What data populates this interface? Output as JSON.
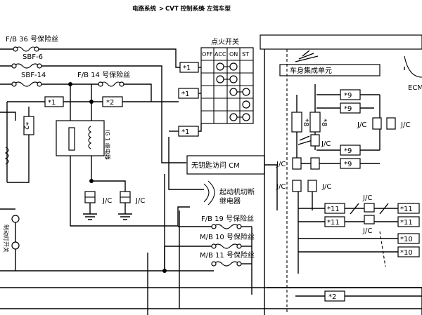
{
  "breadcrumb": {
    "items": [
      "电路系统",
      "CVT 控制系统",
      "左驾车型"
    ],
    "separator": ">"
  },
  "fuses": {
    "fb36": "F/B 36 号保险丝",
    "sbf6": "SBF-6",
    "sbf14": "SBF-14",
    "fb14": "F/B 14 号保险丝",
    "fb19": "F/B 19 号保险丝",
    "mb10": "M/B 10 号保险丝",
    "mb11": "M/B 11 号保险丝"
  },
  "ignition_switch": {
    "title": "点火开关",
    "positions": [
      "OFF",
      "ACC",
      "ON",
      "ST"
    ]
  },
  "components": {
    "body_integrated_unit": "车身集成单元",
    "ecm": "ECM",
    "keyless_cm": "无钥匙访问 CM",
    "ig1_relay": "IG 1 继电器",
    "starter_cut_relay_line1": "起动机切断",
    "starter_cut_relay_line2": "继电器",
    "left_vertical_label": "制动灯开关"
  },
  "connectors": {
    "jc": "J/C"
  },
  "notes": {
    "n1": "*1",
    "n2": "*2",
    "n8": "*8",
    "n9": "*9",
    "n10": "*10",
    "n11": "*11"
  }
}
